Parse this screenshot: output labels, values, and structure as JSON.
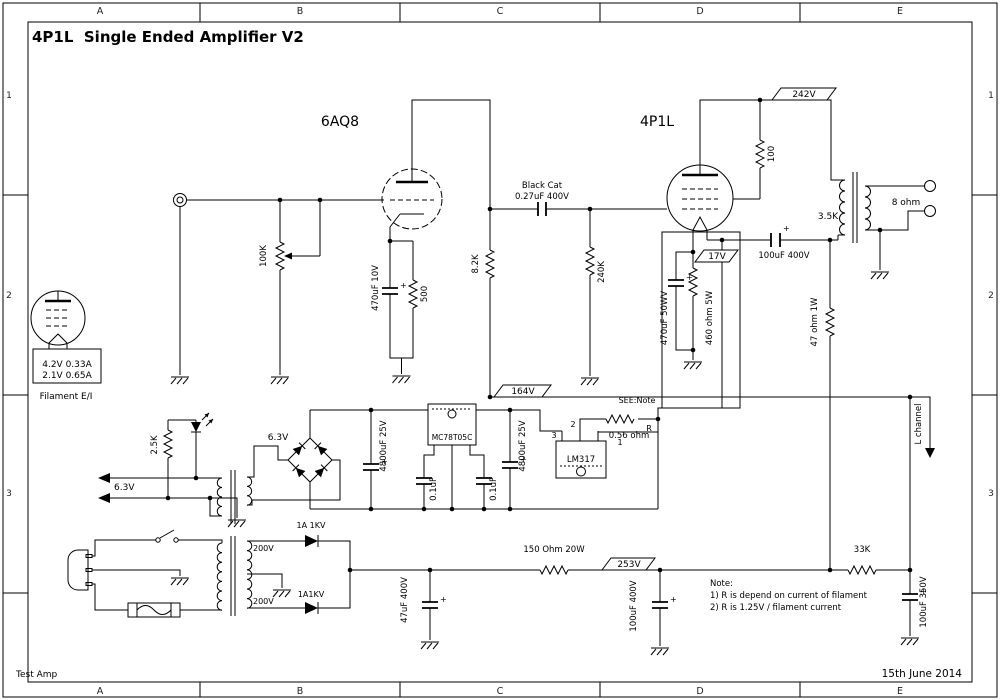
{
  "frame": {
    "title": "4P1L  Single Ended Amplifier V2",
    "footer_left": "Test Amp",
    "footer_right": "15th June 2014",
    "cols": [
      "A",
      "B",
      "C",
      "D",
      "E"
    ],
    "rows": [
      "1",
      "2",
      "3"
    ]
  },
  "stage1": {
    "tube": "6AQ8",
    "volume_pot": "100K",
    "cathode_cap": "470uF 10V",
    "cathode_res": "500",
    "plate_res": "8.2K"
  },
  "coupling": {
    "name": "Black Cat",
    "value": "0.27uF 400V",
    "grid_res": "240K"
  },
  "stage2": {
    "tube": "4P1L",
    "screen_res": "100",
    "plate_flag": "242V",
    "bias_flag": "17V",
    "filament_cap": "470uF 50WV",
    "filament_res": "460 ohm 5W",
    "ultrapath_cap": "100uF 400V",
    "fb_res": "47 ohm 1W"
  },
  "output": {
    "primary": "3.5K",
    "secondary": "8 ohm"
  },
  "tube_info": {
    "line1": "4.2V 0.33A",
    "line2": "2.1V 0.65A",
    "caption": "Filament E/I"
  },
  "heater": {
    "winding": "6.3V",
    "out": "6.3V",
    "indicator_res": "2.5K",
    "reg": "MC78T05C",
    "cap_a": "4800uF 25V",
    "cap_b": "4800uF 25V",
    "cap_c": "0.1uF",
    "cap_d": "0.1uF"
  },
  "regulator": {
    "name": "LM317",
    "pin1": "1",
    "pin2": "2",
    "pin3": "3",
    "r_label": "R",
    "r_value": "0.56 ohm",
    "see_note": "SEE:Note"
  },
  "mains": {
    "winding_top": "200V",
    "winding_bottom": "200V",
    "d1": "1A 1KV",
    "d2": "1A1KV",
    "cap": "47uF 400V",
    "dropper": "150 Ohm 20W",
    "node_flag": "253V",
    "cap2": "100uF 400V"
  },
  "supply": {
    "node_flag": "164V",
    "res": "33K",
    "cap": "100uF 350V",
    "l_channel": "L channel"
  },
  "notes": {
    "title": "Note:",
    "line1": "1) R is depend on current of filament",
    "line2": "2) R is 1.25V / filament current"
  },
  "misc": {
    "plus": "+"
  }
}
